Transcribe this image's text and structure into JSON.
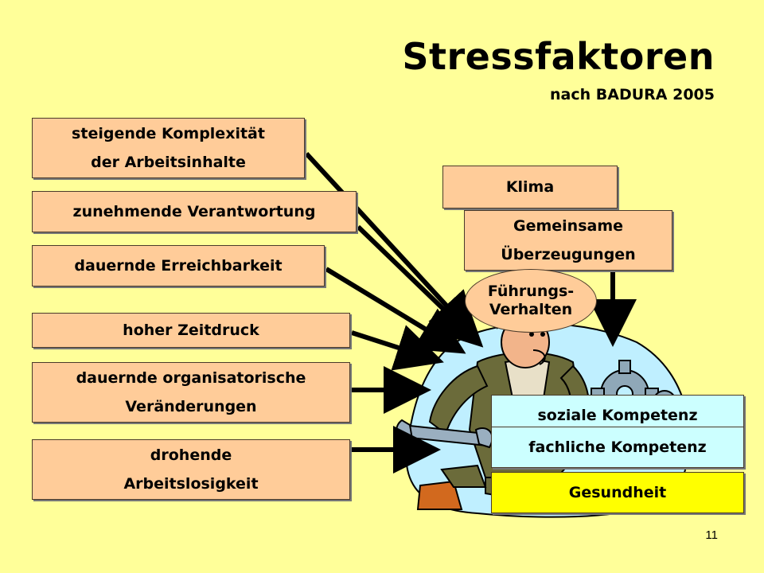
{
  "title": "Stressfaktoren",
  "subtitle": "nach BADURA 2005",
  "stressors": [
    {
      "line1": "steigende Komplexität",
      "line2": "der Arbeitsinhalte"
    },
    {
      "line1": "zunehmende Verantwortung"
    },
    {
      "line1": "dauernde Erreichbarkeit"
    },
    {
      "line1": "hoher Zeitdruck"
    },
    {
      "line1": "dauernde organisatorische",
      "line2": "Veränderungen"
    },
    {
      "line1": "drohende",
      "line2": "Arbeitslosigkeit"
    }
  ],
  "organization": {
    "klima": "Klima",
    "ueberzeugungen_line1": "Gemeinsame",
    "ueberzeugungen_line2": "Überzeugungen",
    "fuehrung_line1": "Führungs-",
    "fuehrung_line2": "Verhalten"
  },
  "resources": {
    "sozial": "soziale Kompetenz",
    "fachlich": "fachliche Kompetenz",
    "gesundheit": "Gesundheit"
  },
  "page_number": "11",
  "colors": {
    "background": "#FFFF99",
    "box": "#FFCC99",
    "resource_box": "#CCFFFF",
    "health_box": "#FFFF00"
  }
}
